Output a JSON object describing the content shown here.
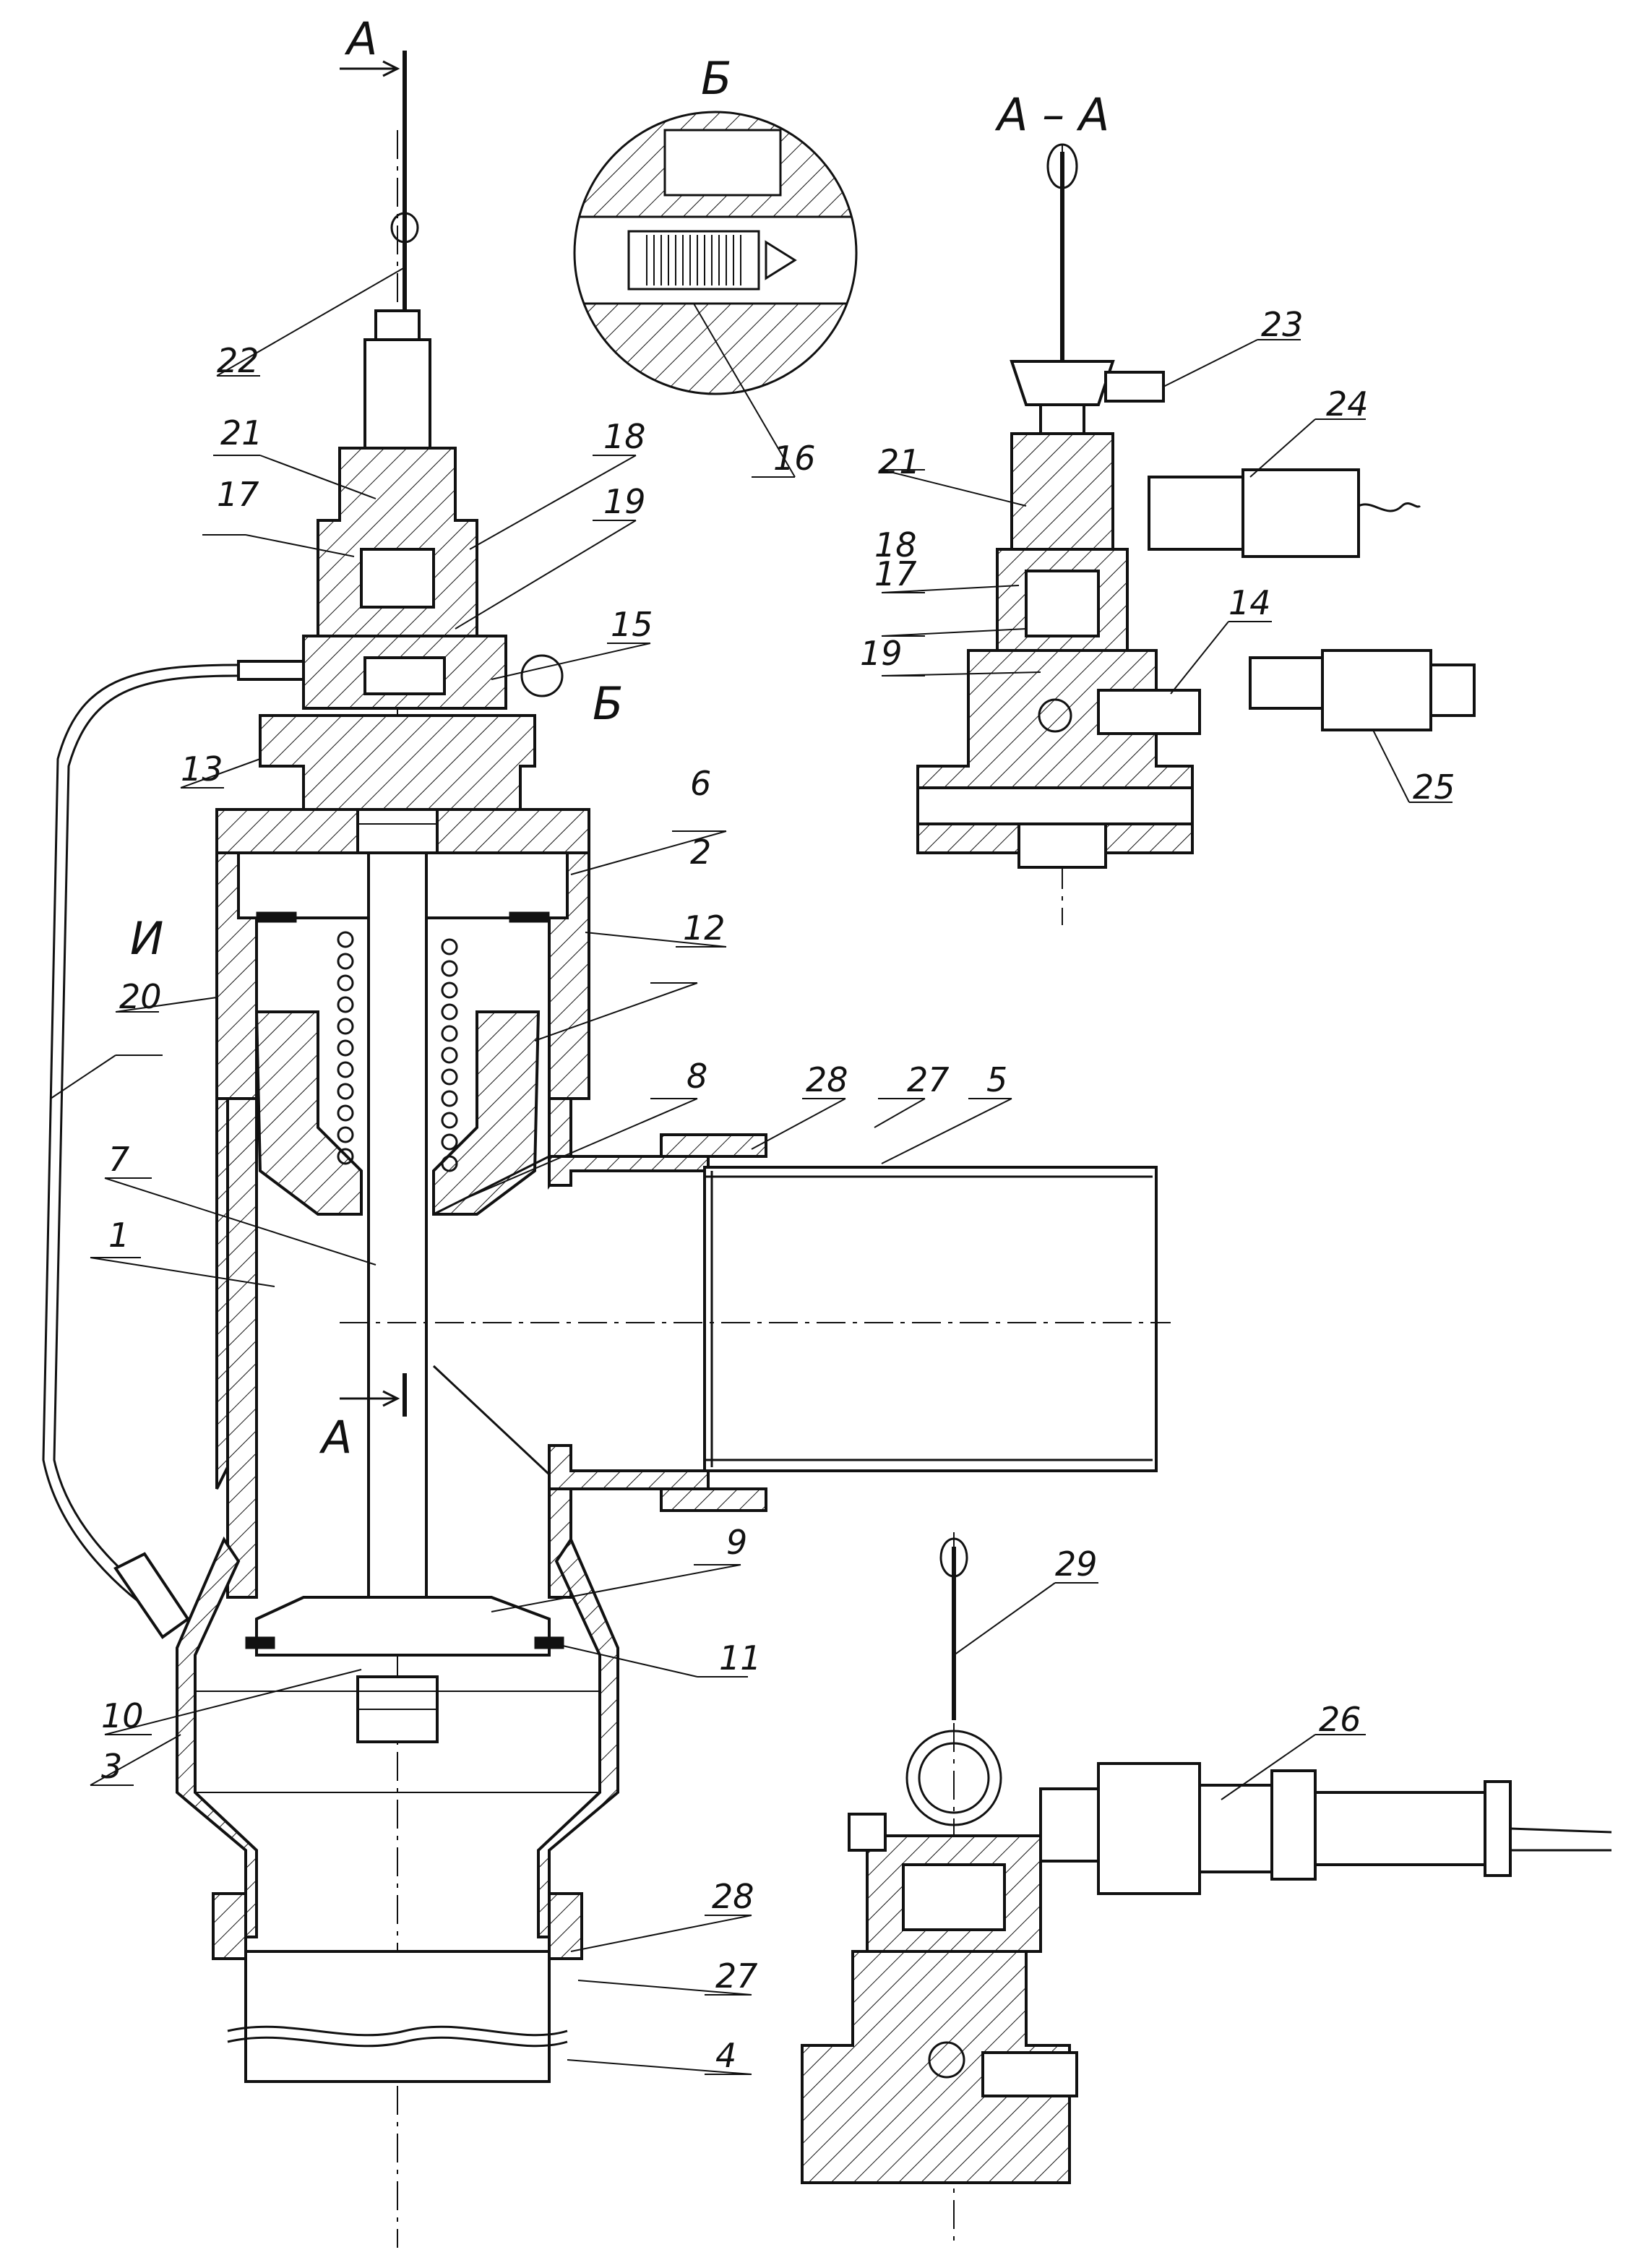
{
  "callouts": [
    {
      "id": "c1",
      "text": "1"
    },
    {
      "id": "c2",
      "text": "2"
    },
    {
      "id": "c3",
      "text": "3"
    },
    {
      "id": "c4",
      "text": "4"
    },
    {
      "id": "c5",
      "text": "5"
    },
    {
      "id": "c6",
      "text": "6"
    },
    {
      "id": "c7",
      "text": "7"
    },
    {
      "id": "c8",
      "text": "8"
    },
    {
      "id": "c9",
      "text": "9"
    },
    {
      "id": "c10",
      "text": "10"
    },
    {
      "id": "c11",
      "text": "11"
    },
    {
      "id": "c12",
      "text": "12"
    },
    {
      "id": "c13",
      "text": "13"
    },
    {
      "id": "c14",
      "text": "14"
    },
    {
      "id": "c15",
      "text": "15"
    },
    {
      "id": "c16",
      "text": "16"
    },
    {
      "id": "c17a",
      "text": "17"
    },
    {
      "id": "c17b",
      "text": "17"
    },
    {
      "id": "c18a",
      "text": "18"
    },
    {
      "id": "c18b",
      "text": "18"
    },
    {
      "id": "c19a",
      "text": "19"
    },
    {
      "id": "c19b",
      "text": "19"
    },
    {
      "id": "c20",
      "text": "20"
    },
    {
      "id": "c21a",
      "text": "21"
    },
    {
      "id": "c21b",
      "text": "21"
    },
    {
      "id": "c22",
      "text": "22"
    },
    {
      "id": "c23",
      "text": "23"
    },
    {
      "id": "c24",
      "text": "24"
    },
    {
      "id": "c25",
      "text": "25"
    },
    {
      "id": "c26",
      "text": "26"
    },
    {
      "id": "c27a",
      "text": "27"
    },
    {
      "id": "c27b",
      "text": "27"
    },
    {
      "id": "c28a",
      "text": "28"
    },
    {
      "id": "c28b",
      "text": "28"
    },
    {
      "id": "c29",
      "text": "29"
    }
  ],
  "section_marks": {
    "top_a": "А",
    "bottom_a": "А",
    "view_b_title": "Б",
    "detail_b_mark": "Б",
    "section_aa_title": "А – А",
    "detail_i_mark": "И"
  },
  "colors": {
    "ink": "#111111",
    "paper": "#ffffff"
  }
}
